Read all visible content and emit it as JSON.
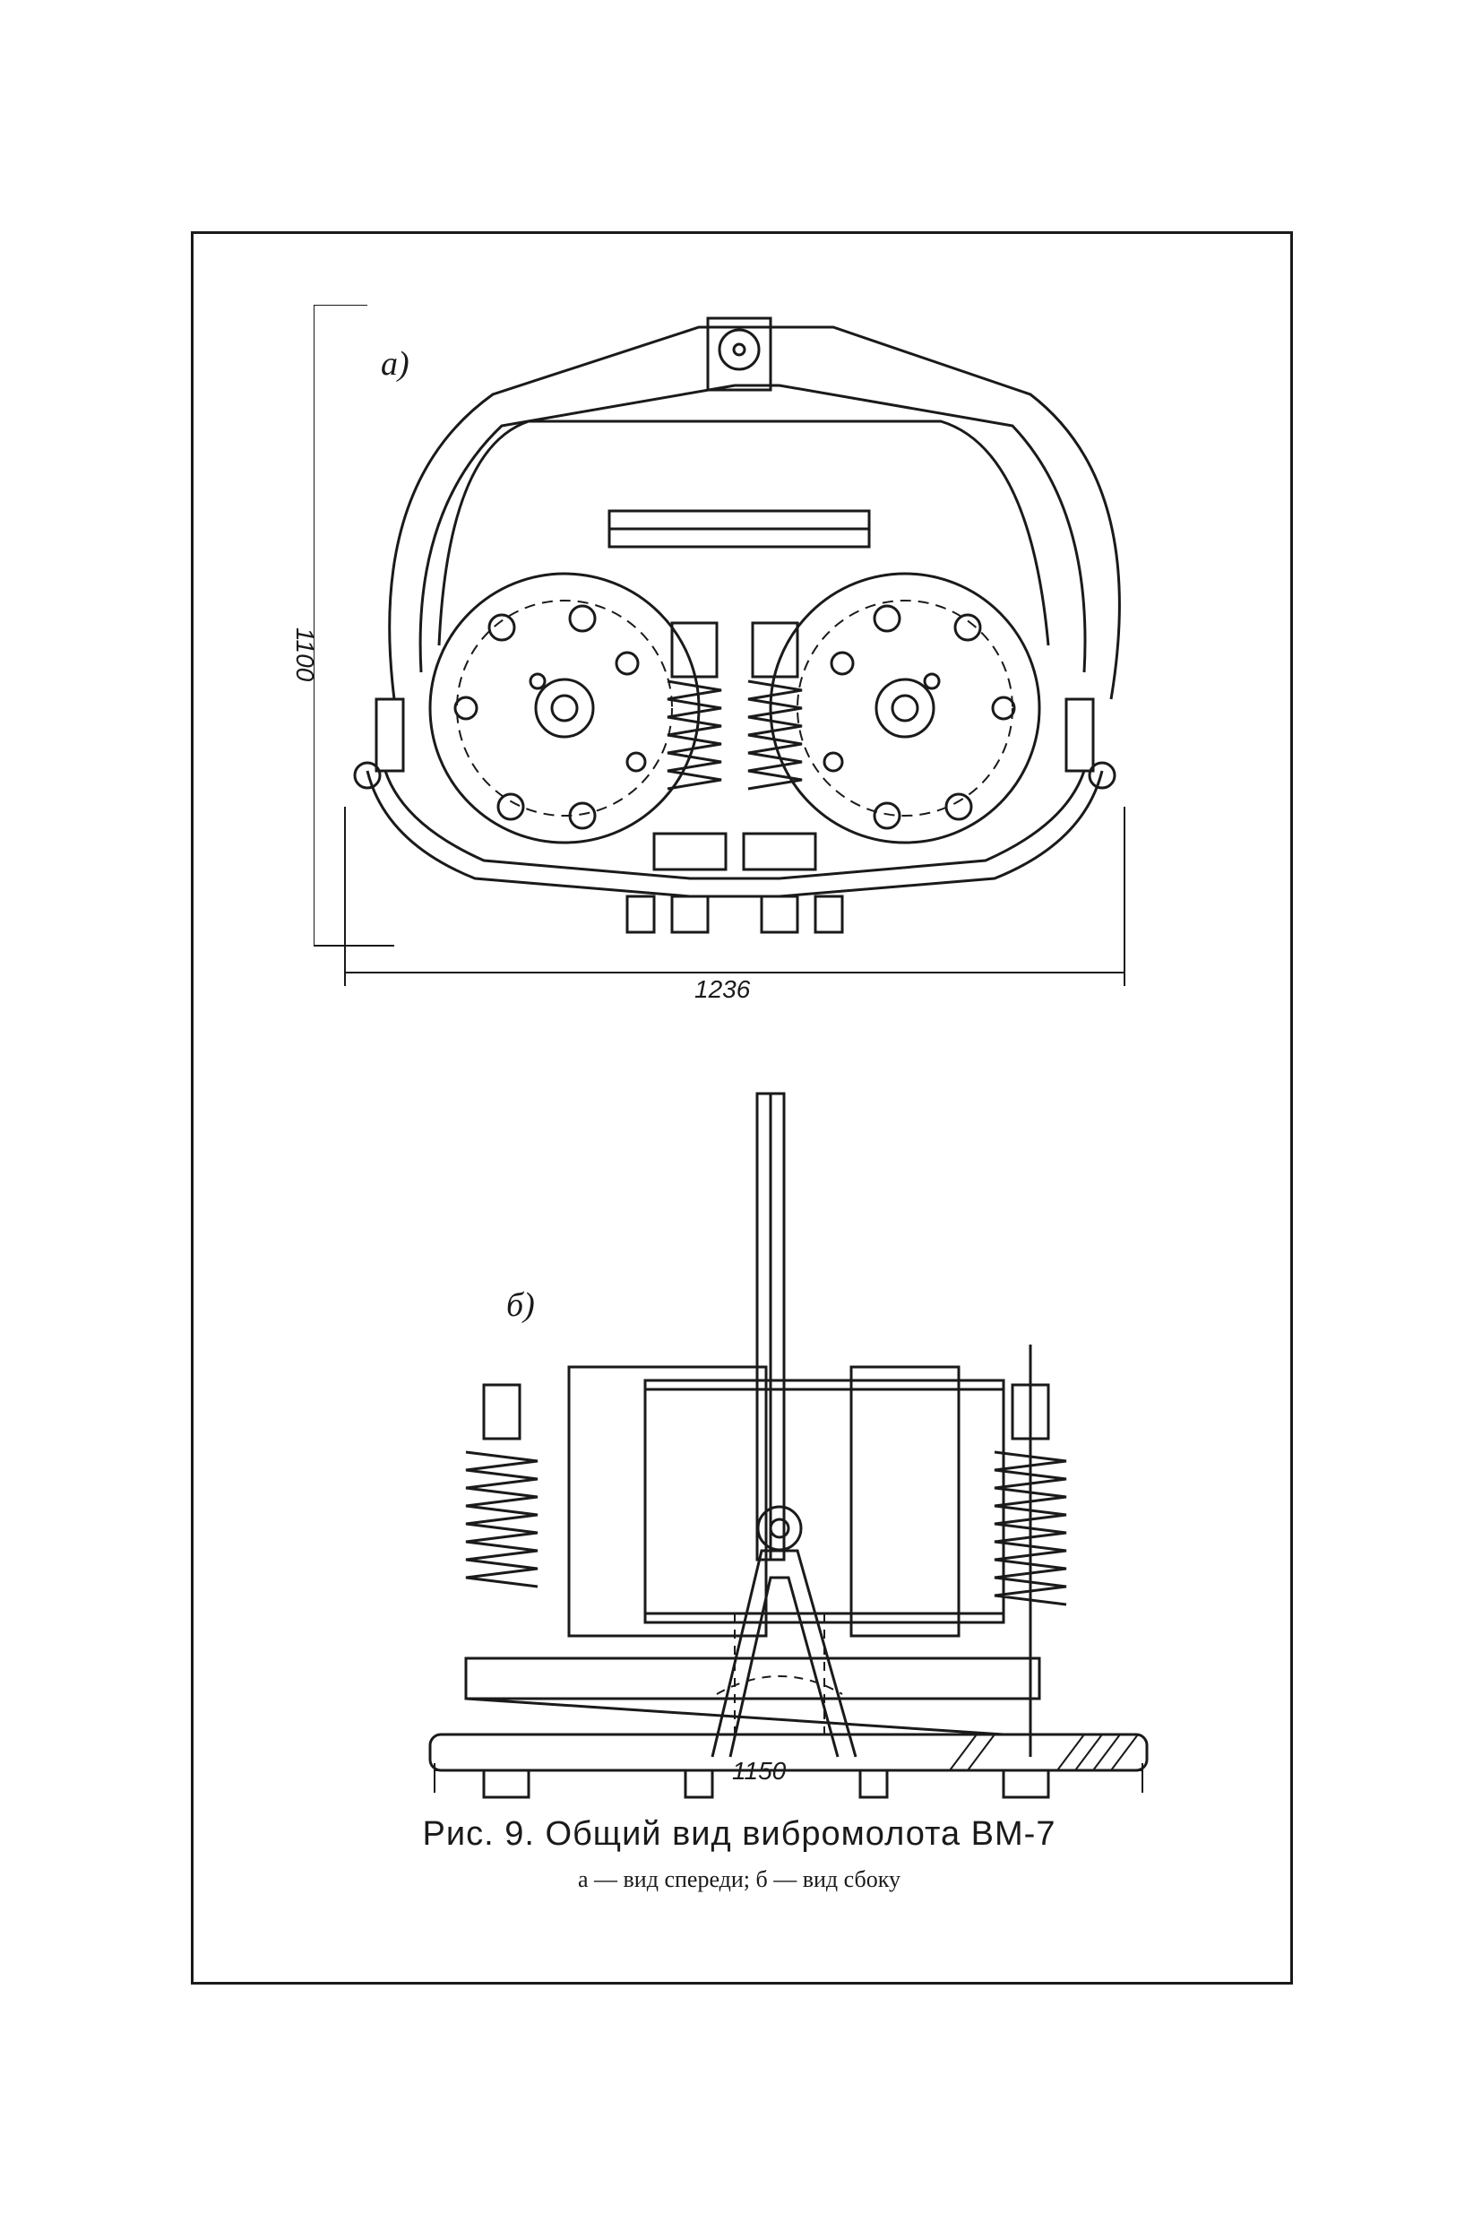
{
  "figure": {
    "label_a": "а)",
    "label_b": "б)",
    "dimensions": {
      "height_a": "1100",
      "width_a": "1236",
      "width_b": "1150"
    },
    "caption": {
      "title": "Рис. 9. Общий вид вибромолота ВМ-7",
      "subtitle": "а — вид спереди; б — вид сбоку"
    }
  }
}
